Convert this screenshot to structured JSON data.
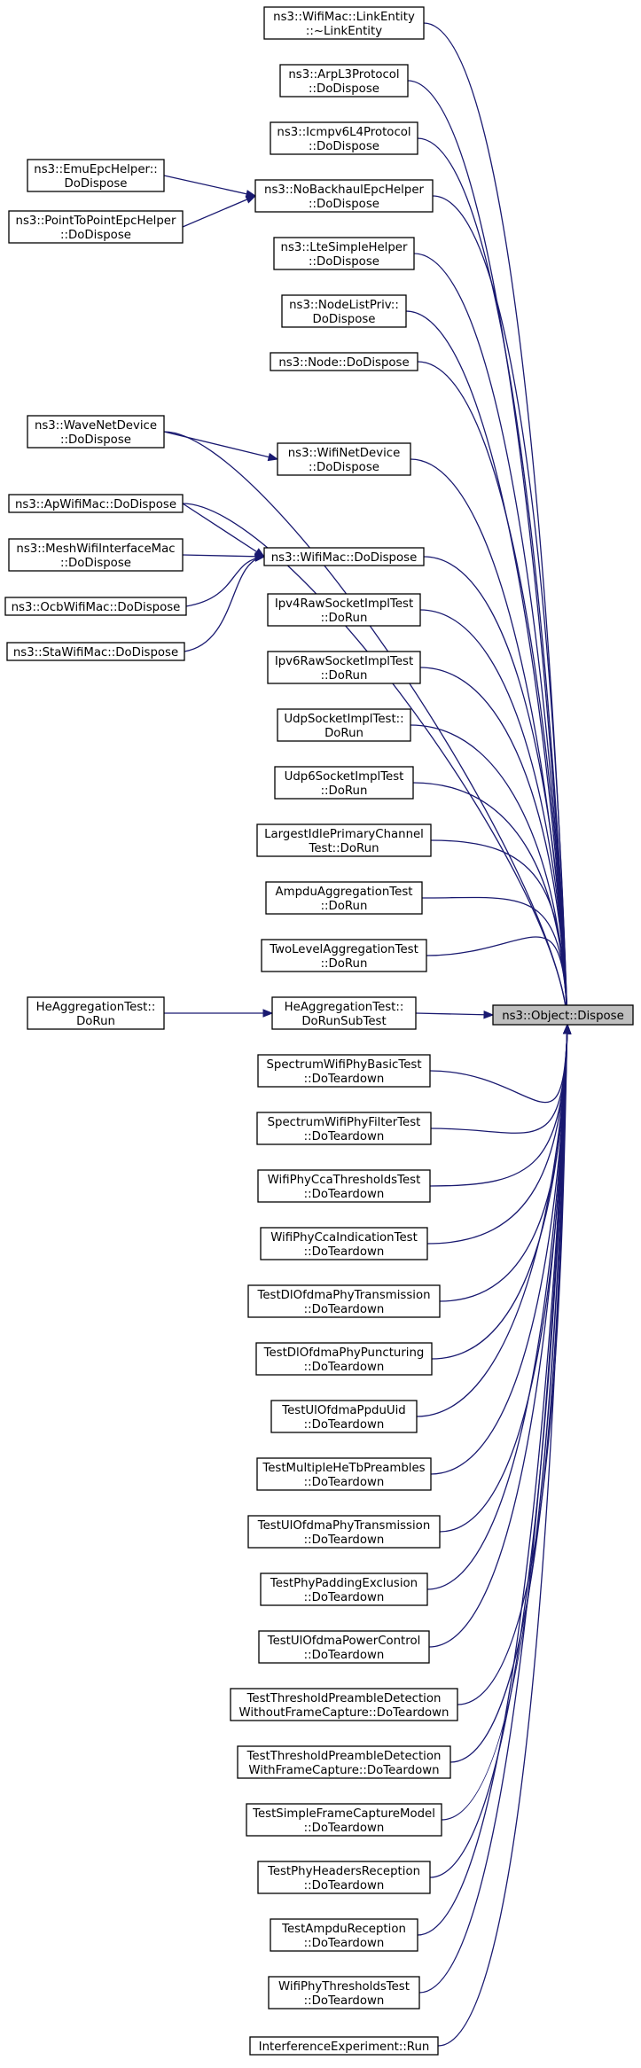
{
  "target": {
    "label": "ns3::Object::Dispose"
  },
  "callers": [
    {
      "id": "linkentity",
      "lines": [
        "ns3::WifiMac::LinkEntity",
        "::~LinkEntity"
      ]
    },
    {
      "id": "arpl3",
      "lines": [
        "ns3::ArpL3Protocol",
        "::DoDispose"
      ]
    },
    {
      "id": "icmpv6",
      "lines": [
        "ns3::Icmpv6L4Protocol",
        "::DoDispose"
      ]
    },
    {
      "id": "nobackhaul",
      "lines": [
        "ns3::NoBackhaulEpcHelper",
        "::DoDispose"
      ]
    },
    {
      "id": "emuepc",
      "lines": [
        "ns3::EmuEpcHelper::",
        "DoDispose"
      ]
    },
    {
      "id": "p2pepc",
      "lines": [
        "ns3::PointToPointEpcHelper",
        "::DoDispose"
      ]
    },
    {
      "id": "ltesimple",
      "lines": [
        "ns3::LteSimpleHelper",
        "::DoDispose"
      ]
    },
    {
      "id": "nodelistpriv",
      "lines": [
        "ns3::NodeListPriv::",
        "DoDispose"
      ]
    },
    {
      "id": "node",
      "lines": [
        "ns3::Node::DoDispose"
      ]
    },
    {
      "id": "wavenet",
      "lines": [
        "ns3::WaveNetDevice",
        "::DoDispose"
      ]
    },
    {
      "id": "wifinet",
      "lines": [
        "ns3::WifiNetDevice",
        "::DoDispose"
      ]
    },
    {
      "id": "apwifimac",
      "lines": [
        "ns3::ApWifiMac::DoDispose"
      ]
    },
    {
      "id": "meshwifi",
      "lines": [
        "ns3::MeshWifiInterfaceMac",
        "::DoDispose"
      ]
    },
    {
      "id": "wifimac",
      "lines": [
        "ns3::WifiMac::DoDispose"
      ]
    },
    {
      "id": "ocbwifi",
      "lines": [
        "ns3::OcbWifiMac::DoDispose"
      ]
    },
    {
      "id": "stawifi",
      "lines": [
        "ns3::StaWifiMac::DoDispose"
      ]
    },
    {
      "id": "ipv4raw",
      "lines": [
        "Ipv4RawSocketImplTest",
        "::DoRun"
      ]
    },
    {
      "id": "ipv6raw",
      "lines": [
        "Ipv6RawSocketImplTest",
        "::DoRun"
      ]
    },
    {
      "id": "udpsock",
      "lines": [
        "UdpSocketImplTest::",
        "DoRun"
      ]
    },
    {
      "id": "udp6sock",
      "lines": [
        "Udp6SocketImplTest",
        "::DoRun"
      ]
    },
    {
      "id": "largestidle",
      "lines": [
        "LargestIdlePrimaryChannel",
        "Test::DoRun"
      ]
    },
    {
      "id": "ampduagg",
      "lines": [
        "AmpduAggregationTest",
        "::DoRun"
      ]
    },
    {
      "id": "twolevel",
      "lines": [
        "TwoLevelAggregationTest",
        "::DoRun"
      ]
    },
    {
      "id": "heaggrun",
      "lines": [
        "HeAggregationTest::",
        "DoRun"
      ]
    },
    {
      "id": "heaggsub",
      "lines": [
        "HeAggregationTest::",
        "DoRunSubTest"
      ]
    },
    {
      "id": "specbasic",
      "lines": [
        "SpectrumWifiPhyBasicTest",
        "::DoTeardown"
      ]
    },
    {
      "id": "specfilter",
      "lines": [
        "SpectrumWifiPhyFilterTest",
        "::DoTeardown"
      ]
    },
    {
      "id": "ccathresh",
      "lines": [
        "WifiPhyCcaThresholdsTest",
        "::DoTeardown"
      ]
    },
    {
      "id": "ccaind",
      "lines": [
        "WifiPhyCcaIndicationTest",
        "::DoTeardown"
      ]
    },
    {
      "id": "dlofdmatx",
      "lines": [
        "TestDlOfdmaPhyTransmission",
        "::DoTeardown"
      ]
    },
    {
      "id": "dlofdmapunct",
      "lines": [
        "TestDlOfdmaPhyPuncturing",
        "::DoTeardown"
      ]
    },
    {
      "id": "ulppdu",
      "lines": [
        "TestUlOfdmaPpduUid",
        "::DoTeardown"
      ]
    },
    {
      "id": "multihetb",
      "lines": [
        "TestMultipleHeTbPreambles",
        "::DoTeardown"
      ]
    },
    {
      "id": "ulofdmatx",
      "lines": [
        "TestUlOfdmaPhyTransmission",
        "::DoTeardown"
      ]
    },
    {
      "id": "padding",
      "lines": [
        "TestPhyPaddingExclusion",
        "::DoTeardown"
      ]
    },
    {
      "id": "ulpower",
      "lines": [
        "TestUlOfdmaPowerControl",
        "::DoTeardown"
      ]
    },
    {
      "id": "threshwithout",
      "lines": [
        "TestThresholdPreambleDetection",
        "WithoutFrameCapture::DoTeardown"
      ]
    },
    {
      "id": "threshwith",
      "lines": [
        "TestThresholdPreambleDetection",
        "WithFrameCapture::DoTeardown"
      ]
    },
    {
      "id": "simplecapture",
      "lines": [
        "TestSimpleFrameCaptureModel",
        "::DoTeardown"
      ]
    },
    {
      "id": "phyheaders",
      "lines": [
        "TestPhyHeadersReception",
        "::DoTeardown"
      ]
    },
    {
      "id": "ampdurx",
      "lines": [
        "TestAmpduReception",
        "::DoTeardown"
      ]
    },
    {
      "id": "phythresh",
      "lines": [
        "WifiPhyThresholdsTest",
        "::DoTeardown"
      ]
    },
    {
      "id": "interference",
      "lines": [
        "InterferenceExperiment::Run"
      ]
    }
  ],
  "edges": [
    [
      "linkentity",
      "target"
    ],
    [
      "arpl3",
      "target"
    ],
    [
      "icmpv6",
      "target"
    ],
    [
      "nobackhaul",
      "target"
    ],
    [
      "emuepc",
      "nobackhaul"
    ],
    [
      "p2pepc",
      "nobackhaul"
    ],
    [
      "ltesimple",
      "target"
    ],
    [
      "nodelistpriv",
      "target"
    ],
    [
      "node",
      "target"
    ],
    [
      "wavenet",
      "target"
    ],
    [
      "wavenet",
      "wifinet"
    ],
    [
      "wifinet",
      "target"
    ],
    [
      "apwifimac",
      "target"
    ],
    [
      "apwifimac",
      "wifimac"
    ],
    [
      "meshwifi",
      "wifimac"
    ],
    [
      "ocbwifi",
      "wifimac"
    ],
    [
      "stawifi",
      "wifimac"
    ],
    [
      "wifimac",
      "target"
    ],
    [
      "ipv4raw",
      "target"
    ],
    [
      "ipv6raw",
      "target"
    ],
    [
      "udpsock",
      "target"
    ],
    [
      "udp6sock",
      "target"
    ],
    [
      "largestidle",
      "target"
    ],
    [
      "ampduagg",
      "target"
    ],
    [
      "twolevel",
      "target"
    ],
    [
      "heaggrun",
      "heaggsub"
    ],
    [
      "heaggsub",
      "target"
    ],
    [
      "specbasic",
      "target"
    ],
    [
      "specfilter",
      "target"
    ],
    [
      "ccathresh",
      "target"
    ],
    [
      "ccaind",
      "target"
    ],
    [
      "dlofdmatx",
      "target"
    ],
    [
      "dlofdmapunct",
      "target"
    ],
    [
      "ulppdu",
      "target"
    ],
    [
      "multihetb",
      "target"
    ],
    [
      "ulofdmatx",
      "target"
    ],
    [
      "padding",
      "target"
    ],
    [
      "ulpower",
      "target"
    ],
    [
      "threshwithout",
      "target"
    ],
    [
      "threshwith",
      "target"
    ],
    [
      "simplecapture",
      "target"
    ],
    [
      "phyheaders",
      "target"
    ],
    [
      "ampdurx",
      "target"
    ],
    [
      "phythresh",
      "target"
    ],
    [
      "interference",
      "target"
    ]
  ],
  "colors": {
    "edge": "#191970",
    "target_fill": "#bfbfbf",
    "node_border": "#000000"
  }
}
